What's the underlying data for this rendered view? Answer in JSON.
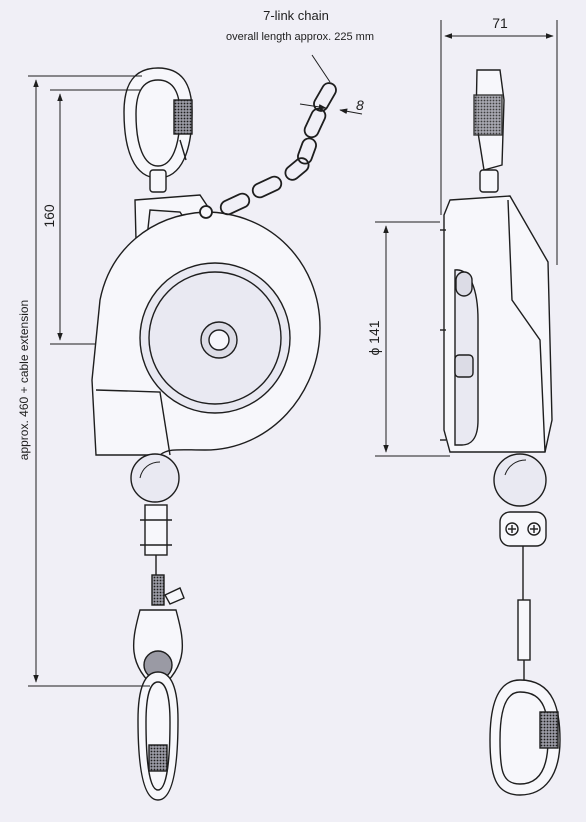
{
  "labels": {
    "chain_title": "7-link chain",
    "chain_length": "overall length approx. 225 mm",
    "link_width": "8",
    "width": "71",
    "height_top": "160",
    "diameter": "ϕ 141",
    "total_length": "approx. 460 + cable extension"
  },
  "colors": {
    "background": "#f0eff6",
    "ink": "#1e1e1e",
    "body_fill": "#f7f7fb",
    "shade": "#dcdce6"
  }
}
